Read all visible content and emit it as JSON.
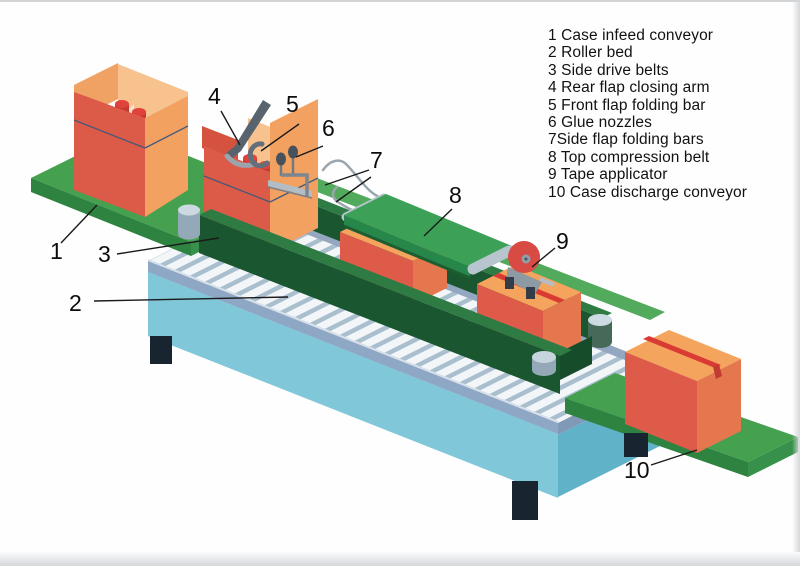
{
  "figure": {
    "subject": "Case sealing machine isometric diagram",
    "background": "#fefefe"
  },
  "legend": {
    "items": [
      "1 Case infeed conveyor",
      "2 Roller bed",
      "3 Side drive belts",
      "4 Rear flap closing arm",
      "5 Front flap folding bar",
      "6 Glue nozzles",
      "7Side flap folding bars",
      "8 Top compression belt",
      "9 Tape applicator",
      "10 Case discharge conveyor"
    ]
  },
  "callouts": {
    "c1": "1",
    "c2": "2",
    "c3": "3",
    "c4": "4",
    "c5": "5",
    "c6": "6",
    "c7": "7",
    "c8": "8",
    "c9": "9",
    "c10": "10"
  },
  "colors": {
    "case_front": "#dc5a48",
    "case_side": "#e4774d",
    "case_top": "#f5a45e",
    "case_flap_light": "#f2a160",
    "case_interior": "#f8c28e",
    "product_can_red": "#dc3b35",
    "conveyor_green_top": "#45a14f",
    "conveyor_green_front": "#2e8340",
    "drive_belt_dark_green": "#1a5630",
    "drive_belt_top": "#2e7c44",
    "machine_body_blue": "#7fc7d9",
    "machine_end_blue": "#60b2c8",
    "rail_steel": "#8ea7c4",
    "roller_white": "#f2f6f8",
    "roller_gap": "#a9bfcd",
    "leg_navy": "#18242f",
    "compression_belt_green": "#3ca156",
    "tape_red": "#da3a34",
    "tape_roll_red": "#d84a44",
    "metal_gray": "#8d99a3"
  }
}
